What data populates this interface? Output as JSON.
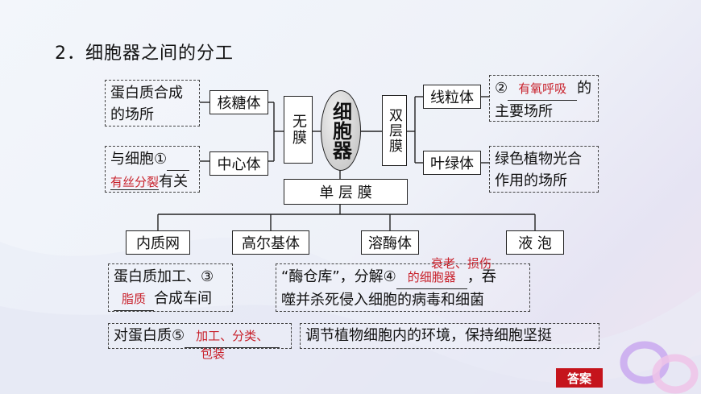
{
  "title": "2．细胞器之间的分工",
  "center": "细胞器",
  "no_membrane": "无膜",
  "double_membrane": "双层膜",
  "single_membrane": "单 层 膜",
  "organelles": {
    "ribosome": "核糖体",
    "centrosome": "中心体",
    "mitochondria": "线粒体",
    "chloroplast": "叶绿体",
    "er": "内质网",
    "golgi": "高尔基体",
    "lysosome": "溶酶体",
    "vacuole": "液 泡"
  },
  "functions": {
    "ribosome": "蛋白质合成的场所",
    "ribosome_l1": "蛋白质合成",
    "ribosome_l2": "的场所",
    "centrosome_pre": "与细胞①",
    "centrosome_ans": "有丝分裂",
    "centrosome_post": "有关",
    "mito_pre": "②",
    "mito_ans": "有氧呼吸",
    "mito_post": "的",
    "mito_l2": "主要场所",
    "chloro_l1": "绿色植物光合",
    "chloro_l2": "作用的场所",
    "er_l1": "蛋白质加工、③",
    "er_ans": "脂质",
    "er_post": "合成车间",
    "lyso_pre": "“酶仓库”，分解④",
    "lyso_ans_l1": "衰老、损伤",
    "lyso_ans_l2": "的细胞器",
    "lyso_post": "，吞",
    "lyso_l2": "噬并杀死侵入细胞的病毒和细菌",
    "golgi_pre": "对蛋白质⑤",
    "golgi_ans_l1": "加工、分类、",
    "golgi_ans_l2": "包装",
    "vacuole": "调节植物细胞内的环境，保持细胞坚挺"
  },
  "answer_button": "答案",
  "colors": {
    "answer_red": "#c8202a",
    "button_red": "#c5141c"
  }
}
